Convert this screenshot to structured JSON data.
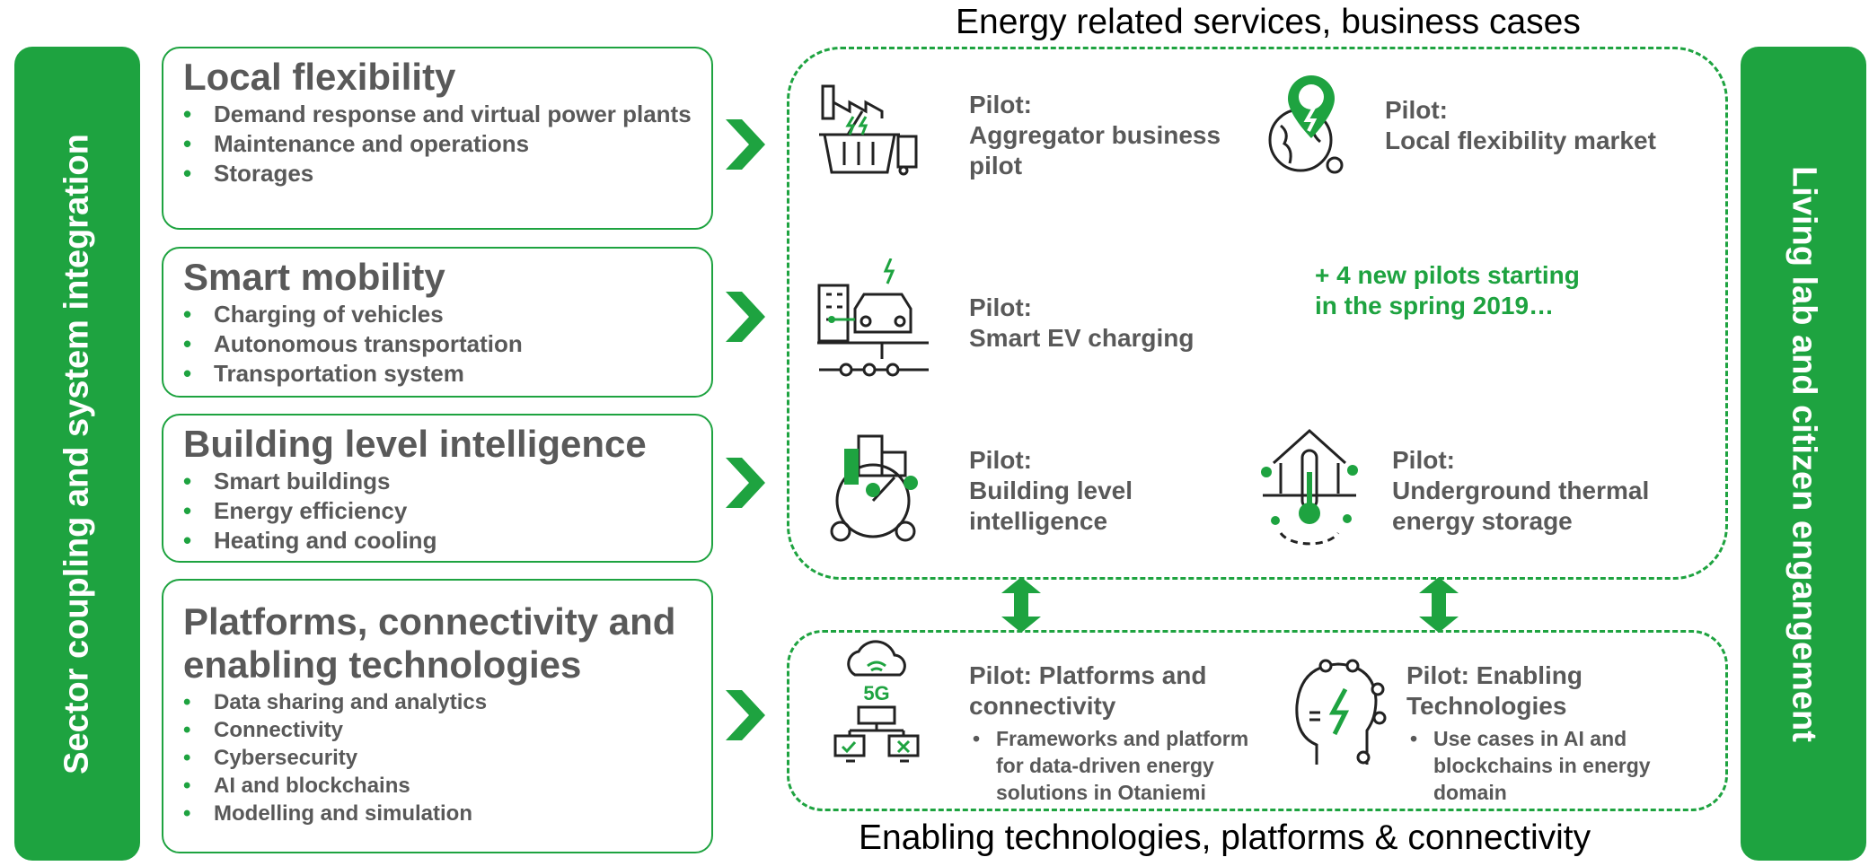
{
  "left_bar": {
    "label": "Sector coupling and system integration"
  },
  "right_bar": {
    "label": "Living lab and citizen engangement"
  },
  "categories": [
    {
      "title": "Local flexibility",
      "bullets": [
        "Demand response and virtual power plants",
        "Maintenance and operations",
        "Storages"
      ]
    },
    {
      "title": "Smart mobility",
      "bullets": [
        "Charging of vehicles",
        "Autonomous transportation",
        "Transportation system"
      ]
    },
    {
      "title": "Building level intelligence",
      "bullets": [
        "Smart buildings",
        "Energy efficiency",
        "Heating and cooling"
      ]
    },
    {
      "title": "Platforms, connectivity and enabling technologies",
      "bullets": [
        "Data sharing and analytics",
        "Connectivity",
        "Cybersecurity",
        "AI and blockchains",
        "Modelling and simulation"
      ]
    }
  ],
  "top_region": {
    "title": "Energy related services, business cases",
    "pilots": [
      {
        "label": "Pilot:",
        "name": "Aggregator business pilot",
        "icon": "factory-basket-icon"
      },
      {
        "label": "Pilot:",
        "name": "Local flexibility market",
        "icon": "globe-pin-people-icon"
      },
      {
        "label": "Pilot:",
        "name": "Smart EV charging",
        "icon": "ev-charging-icon"
      },
      {
        "label": "Pilot:",
        "name": "Building level intelligence",
        "icon": "building-gauge-icon"
      },
      {
        "label": "Pilot:",
        "name": "Underground thermal energy storage",
        "icon": "thermal-storage-icon"
      }
    ],
    "new_pilots_note": "+ 4 new pilots starting in the spring 2019…"
  },
  "bottom_region": {
    "title": "Enabling technologies, platforms & connectivity",
    "pilots": [
      {
        "name": "Pilot: Platforms and connectivity",
        "bullet": "Frameworks and platform for data-driven energy solutions in Otaniemi",
        "icon": "cloud-5g-network-icon",
        "icon_text": "5G"
      },
      {
        "name": "Pilot: Enabling Technologies",
        "bullet": "Use cases in AI and blockchains in energy domain",
        "icon": "ai-head-circuit-icon"
      }
    ]
  },
  "colors": {
    "accent_green": "#1ea340",
    "text_gray": "#595959",
    "white": "#ffffff"
  }
}
